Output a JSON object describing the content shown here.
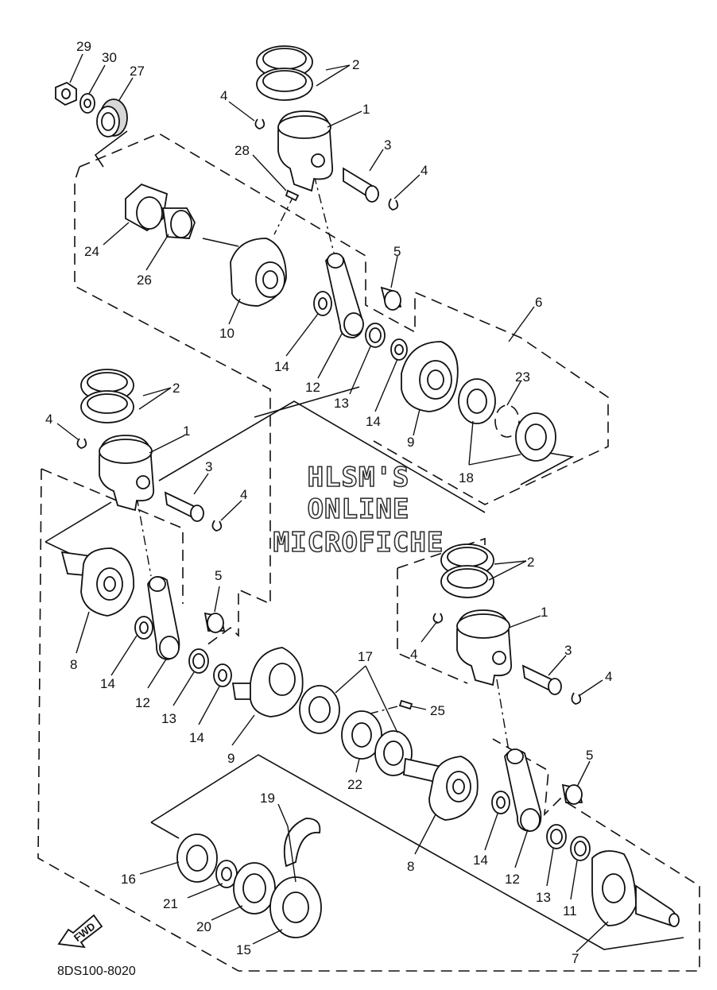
{
  "watermark": {
    "line1": "HLSM'S",
    "line2": "ONLINE",
    "line3": "MICROFICHE"
  },
  "direction_arrow": "FWD",
  "diagram_code": "8DS100-8020",
  "callouts": [
    "29",
    "30",
    "27",
    "2",
    "4",
    "1",
    "3",
    "4",
    "28",
    "24",
    "26",
    "5",
    "6",
    "10",
    "14",
    "12",
    "13",
    "14",
    "23",
    "9",
    "18",
    "2",
    "4",
    "1",
    "3",
    "4",
    "5",
    "8",
    "14",
    "12",
    "13",
    "14",
    "9",
    "17",
    "25",
    "22",
    "2",
    "1",
    "4",
    "3",
    "4",
    "5",
    "19",
    "16",
    "21",
    "20",
    "15",
    "8",
    "14",
    "12",
    "13",
    "11",
    "7"
  ]
}
